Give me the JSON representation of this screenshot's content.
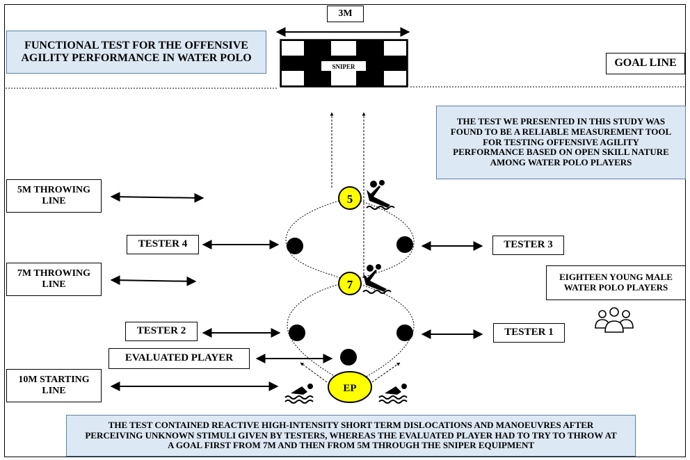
{
  "title": "FUNCTIONAL TEST FOR THE OFFENSIVE AGILITY PERFORMANCE IN WATER POLO",
  "distance_label": "3M",
  "sniper_label": "SNIPER",
  "goal_line": "GOAL LINE",
  "reliability_note": "THE TEST WE PRESENTED IN THIS STUDY WAS FOUND TO BE A RELIABLE MEASUREMENT TOOL FOR TESTING OFFENSIVE AGILITY PERFORMANCE BASED ON OPEN SKILL NATURE AMONG WATER POLO PLAYERS",
  "lines": {
    "five_m": "5M THROWING LINE",
    "seven_m": "7M THROWING LINE",
    "ten_m": "10M STARTING LINE"
  },
  "testers": {
    "t1": "TESTER 1",
    "t2": "TESTER 2",
    "t3": "TESTER 3",
    "t4": "TESTER 4"
  },
  "evaluated_player": "EVALUATED PLAYER",
  "participants": "EIGHTEEN YOUNG MALE WATER POLO PLAYERS",
  "markers": {
    "five": "5",
    "seven": "7",
    "ep": "EP"
  },
  "description": "THE TEST CONTAINED REACTIVE HIGH-INTENSITY SHORT TERM DISLOCATIONS AND MANOEUVRES AFTER PERCEIVING UNKNOWN STIMULI GIVEN BY TESTERS, WHEREAS THE EVALUATED PLAYER HAD TO TRY TO THROW AT A GOAL FIRST FROM 7M AND THEN FROM 5M THROUGH THE SNIPER EQUIPMENT",
  "icons": {
    "smiley": "smiley-face-icon",
    "swimmer": "swimmer-icon",
    "thrower": "water-polo-player-icon",
    "group": "group-icon"
  },
  "colors": {
    "marker_yellow": "#ffff00",
    "note_blue": "#dce9f5",
    "note_border": "#5a7fa6"
  }
}
